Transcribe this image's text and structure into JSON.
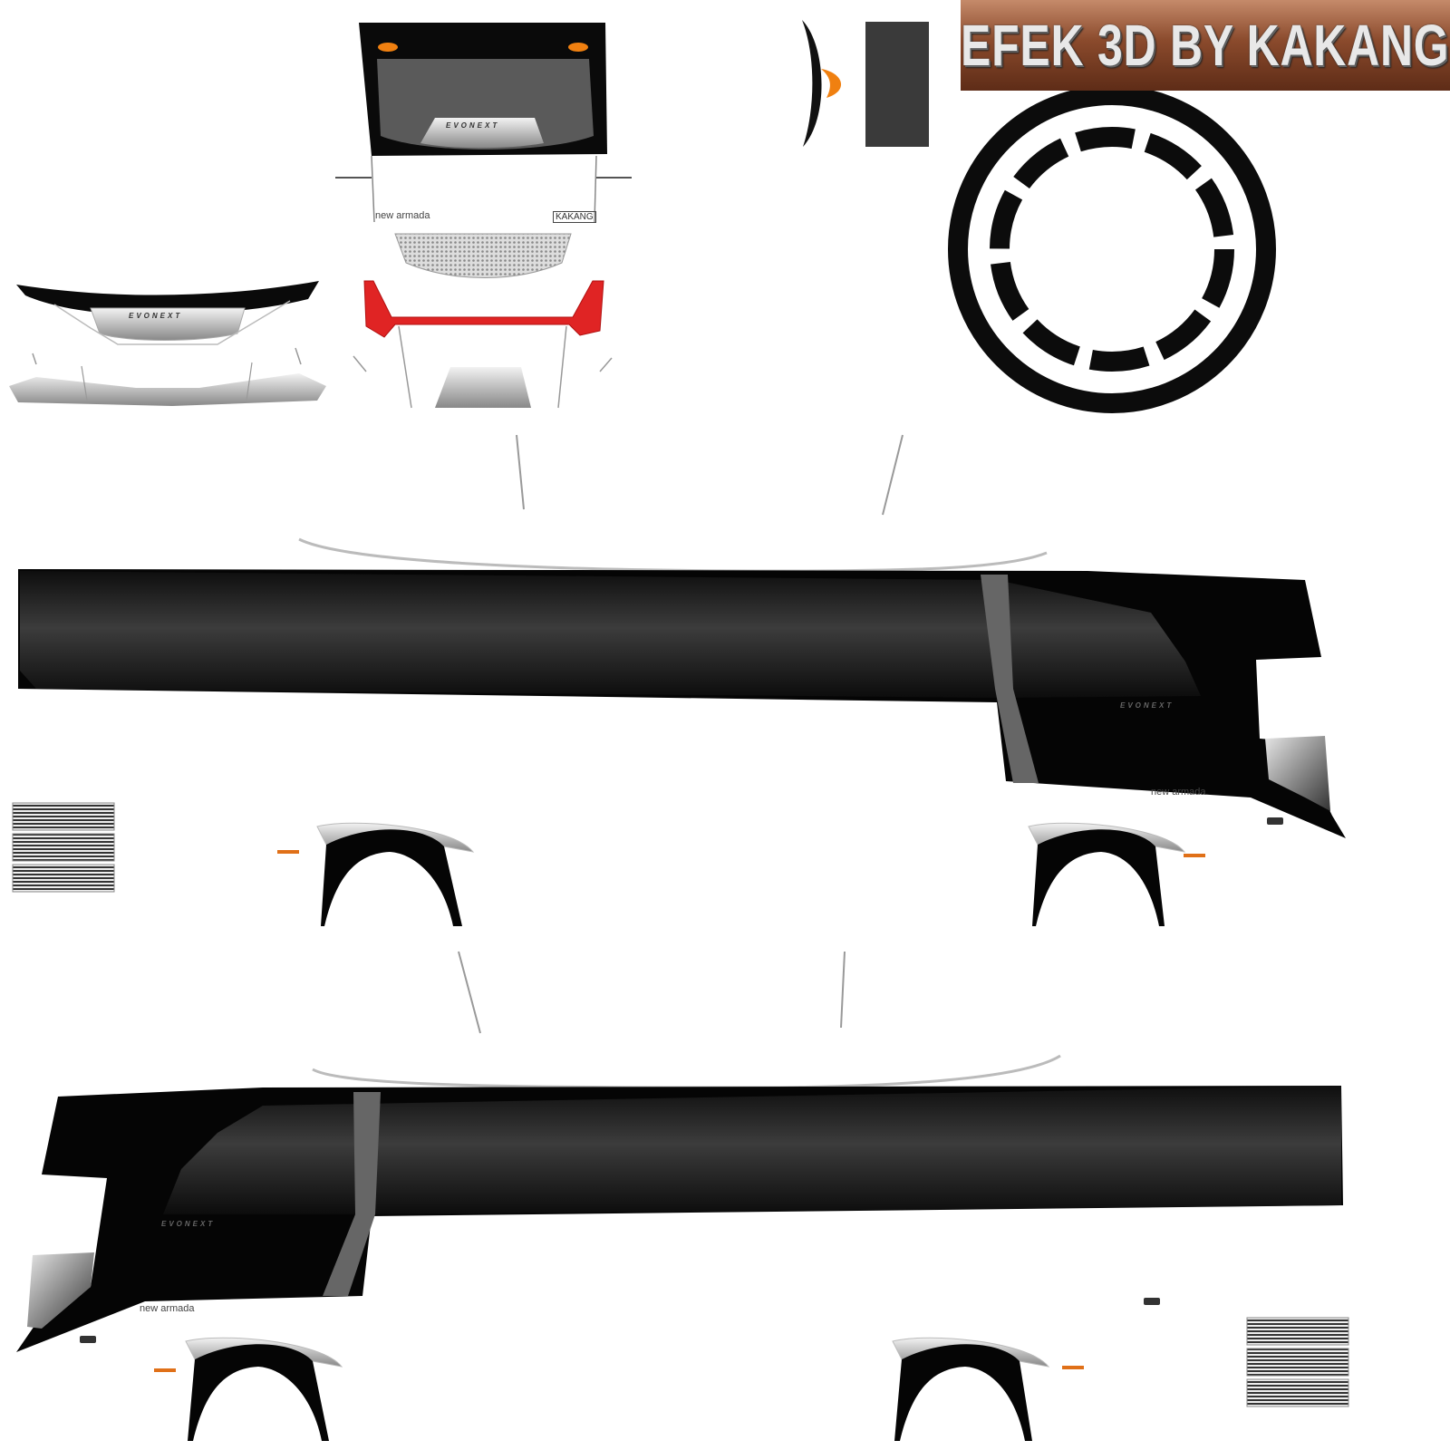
{
  "banner": {
    "text": "EFEK 3D BY KAKANG",
    "color_top": "#c58a6a",
    "color_bottom": "#5e2c17"
  },
  "front": {
    "model_badge": "EVONEXT",
    "brand": "new armada",
    "plate_text": "KAKANG"
  },
  "rear": {
    "model_badge": "EVONEXT"
  },
  "side_right": {
    "model_label": "EVONEXT",
    "brand": "new armada"
  },
  "side_left": {
    "model_label": "EVONEXT",
    "brand": "new armada"
  },
  "colors": {
    "body_dark": "#1a1a1a",
    "accent_red": "#e02424",
    "lamp_orange": "#f08010",
    "window_grey": "#5a5a5a"
  },
  "icons": [
    "logo-icon",
    "steering-wheel-icon",
    "mirror-icon"
  ]
}
